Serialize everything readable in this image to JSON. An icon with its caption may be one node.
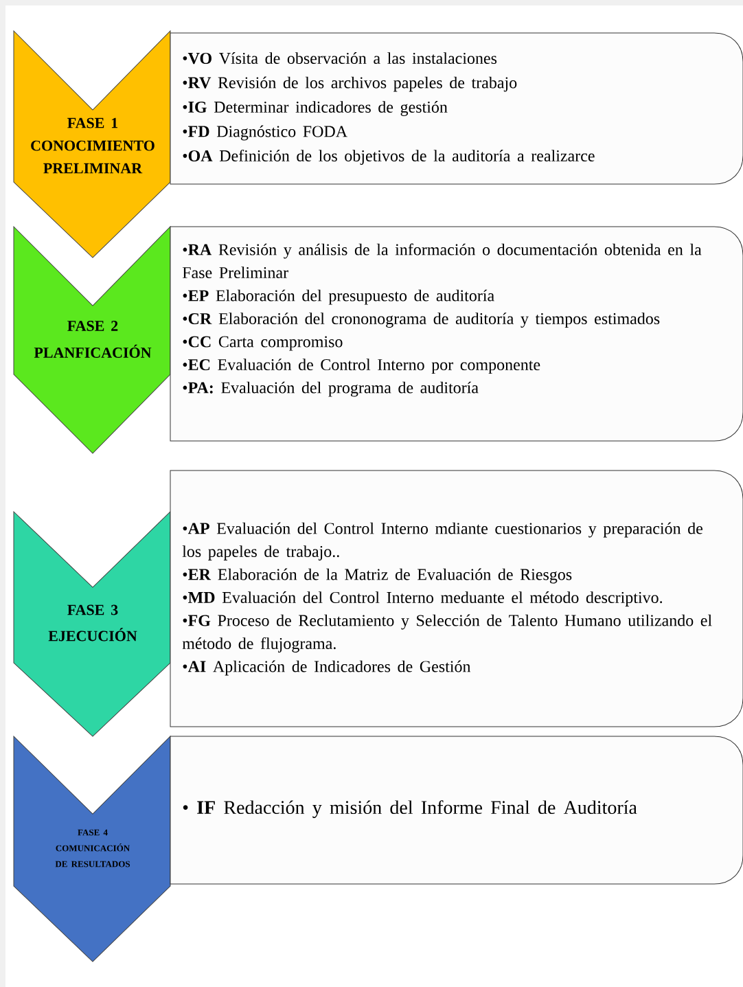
{
  "diagram": {
    "nodes": [
      {
        "text": [
          "FASE 1",
          "CONOCIMIENTO PRELIMINAR"
        ]
      },
      {
        "text": [
          "•**VO** Vísita de observación a las instalaciones",
          "•**RV** Revisión de los archivos papeles de trabajo",
          "•**IG** Determinar indicadores de gestión",
          "•**FD** Diagnóstico FODA",
          "•**OA** Definición de los objetivos de la auditoría a realizarce"
        ]
      },
      {
        "text": [
          "FASE 2",
          "PLANFICACIÓN"
        ]
      },
      {
        "text": [
          "•**RA** Revisión y análisis de la información o documentación obtenida en la Fase Preliminar",
          "•**EP** Elaboración del presupuesto de auditoría",
          "•**CR** Elaboración del crononograma de auditoría y tiempos estimados",
          "•**CC** Carta compromiso",
          "•**EC** Evaluación de Control Interno por componente",
          "•**PA:** Evaluación del programa de auditoría"
        ]
      },
      {
        "text": [
          "FASE 3",
          "EJECUCIÓN"
        ]
      },
      {
        "text": [
          "•**AP** Evaluación del Control Interno mdiante cuestionarios y preparación de los papeles de trabajo..",
          "•**ER** Elaboración de la Matriz de Evaluación de Riesgos",
          "•**MD** Evaluación del Control Interno meduante el método descriptivo.",
          "•**FG** Proceso de Reclutamiento y Selección de Talento Humano utilizando el método de flujograma.",
          "•**AI** Aplicación de Indicadores de Gestión"
        ]
      },
      {
        "text": [
          "FASE 4",
          "COMUNICACIÓN DE RESULTADOS"
        ]
      },
      {
        "text": [
          "• **IF** Redacción y misión del Informe Final de Auditoría"
        ]
      }
    ],
    "edges": []
  }
}
